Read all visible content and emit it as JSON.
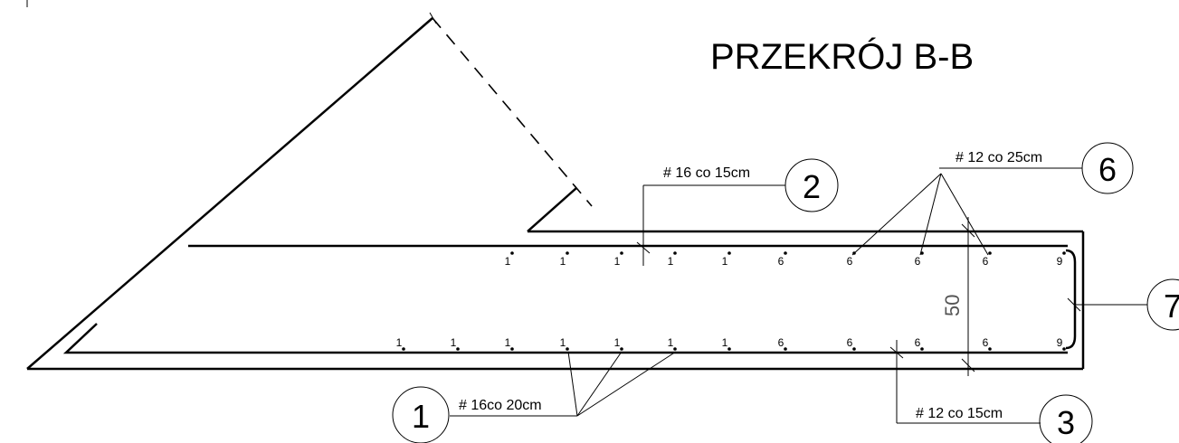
{
  "title": "PRZEKRÓJ B-B",
  "dimension": "50",
  "callouts": {
    "c1": {
      "number": "1",
      "label": "# 16co 20cm"
    },
    "c2": {
      "number": "2",
      "label": "# 16 co 15cm"
    },
    "c3": {
      "number": "3",
      "label": "# 12 co 15cm"
    },
    "c6": {
      "number": "6",
      "label": "# 12 co 25cm"
    },
    "c7": {
      "number": "7"
    }
  },
  "top_bars": [
    "1",
    "1",
    "1",
    "1",
    "1",
    "6",
    "6",
    "6",
    "6",
    "9"
  ],
  "bottom_bars": [
    "1",
    "1",
    "1",
    "1",
    "1",
    "1",
    "1",
    "6",
    "6",
    "6",
    "6",
    "9"
  ]
}
